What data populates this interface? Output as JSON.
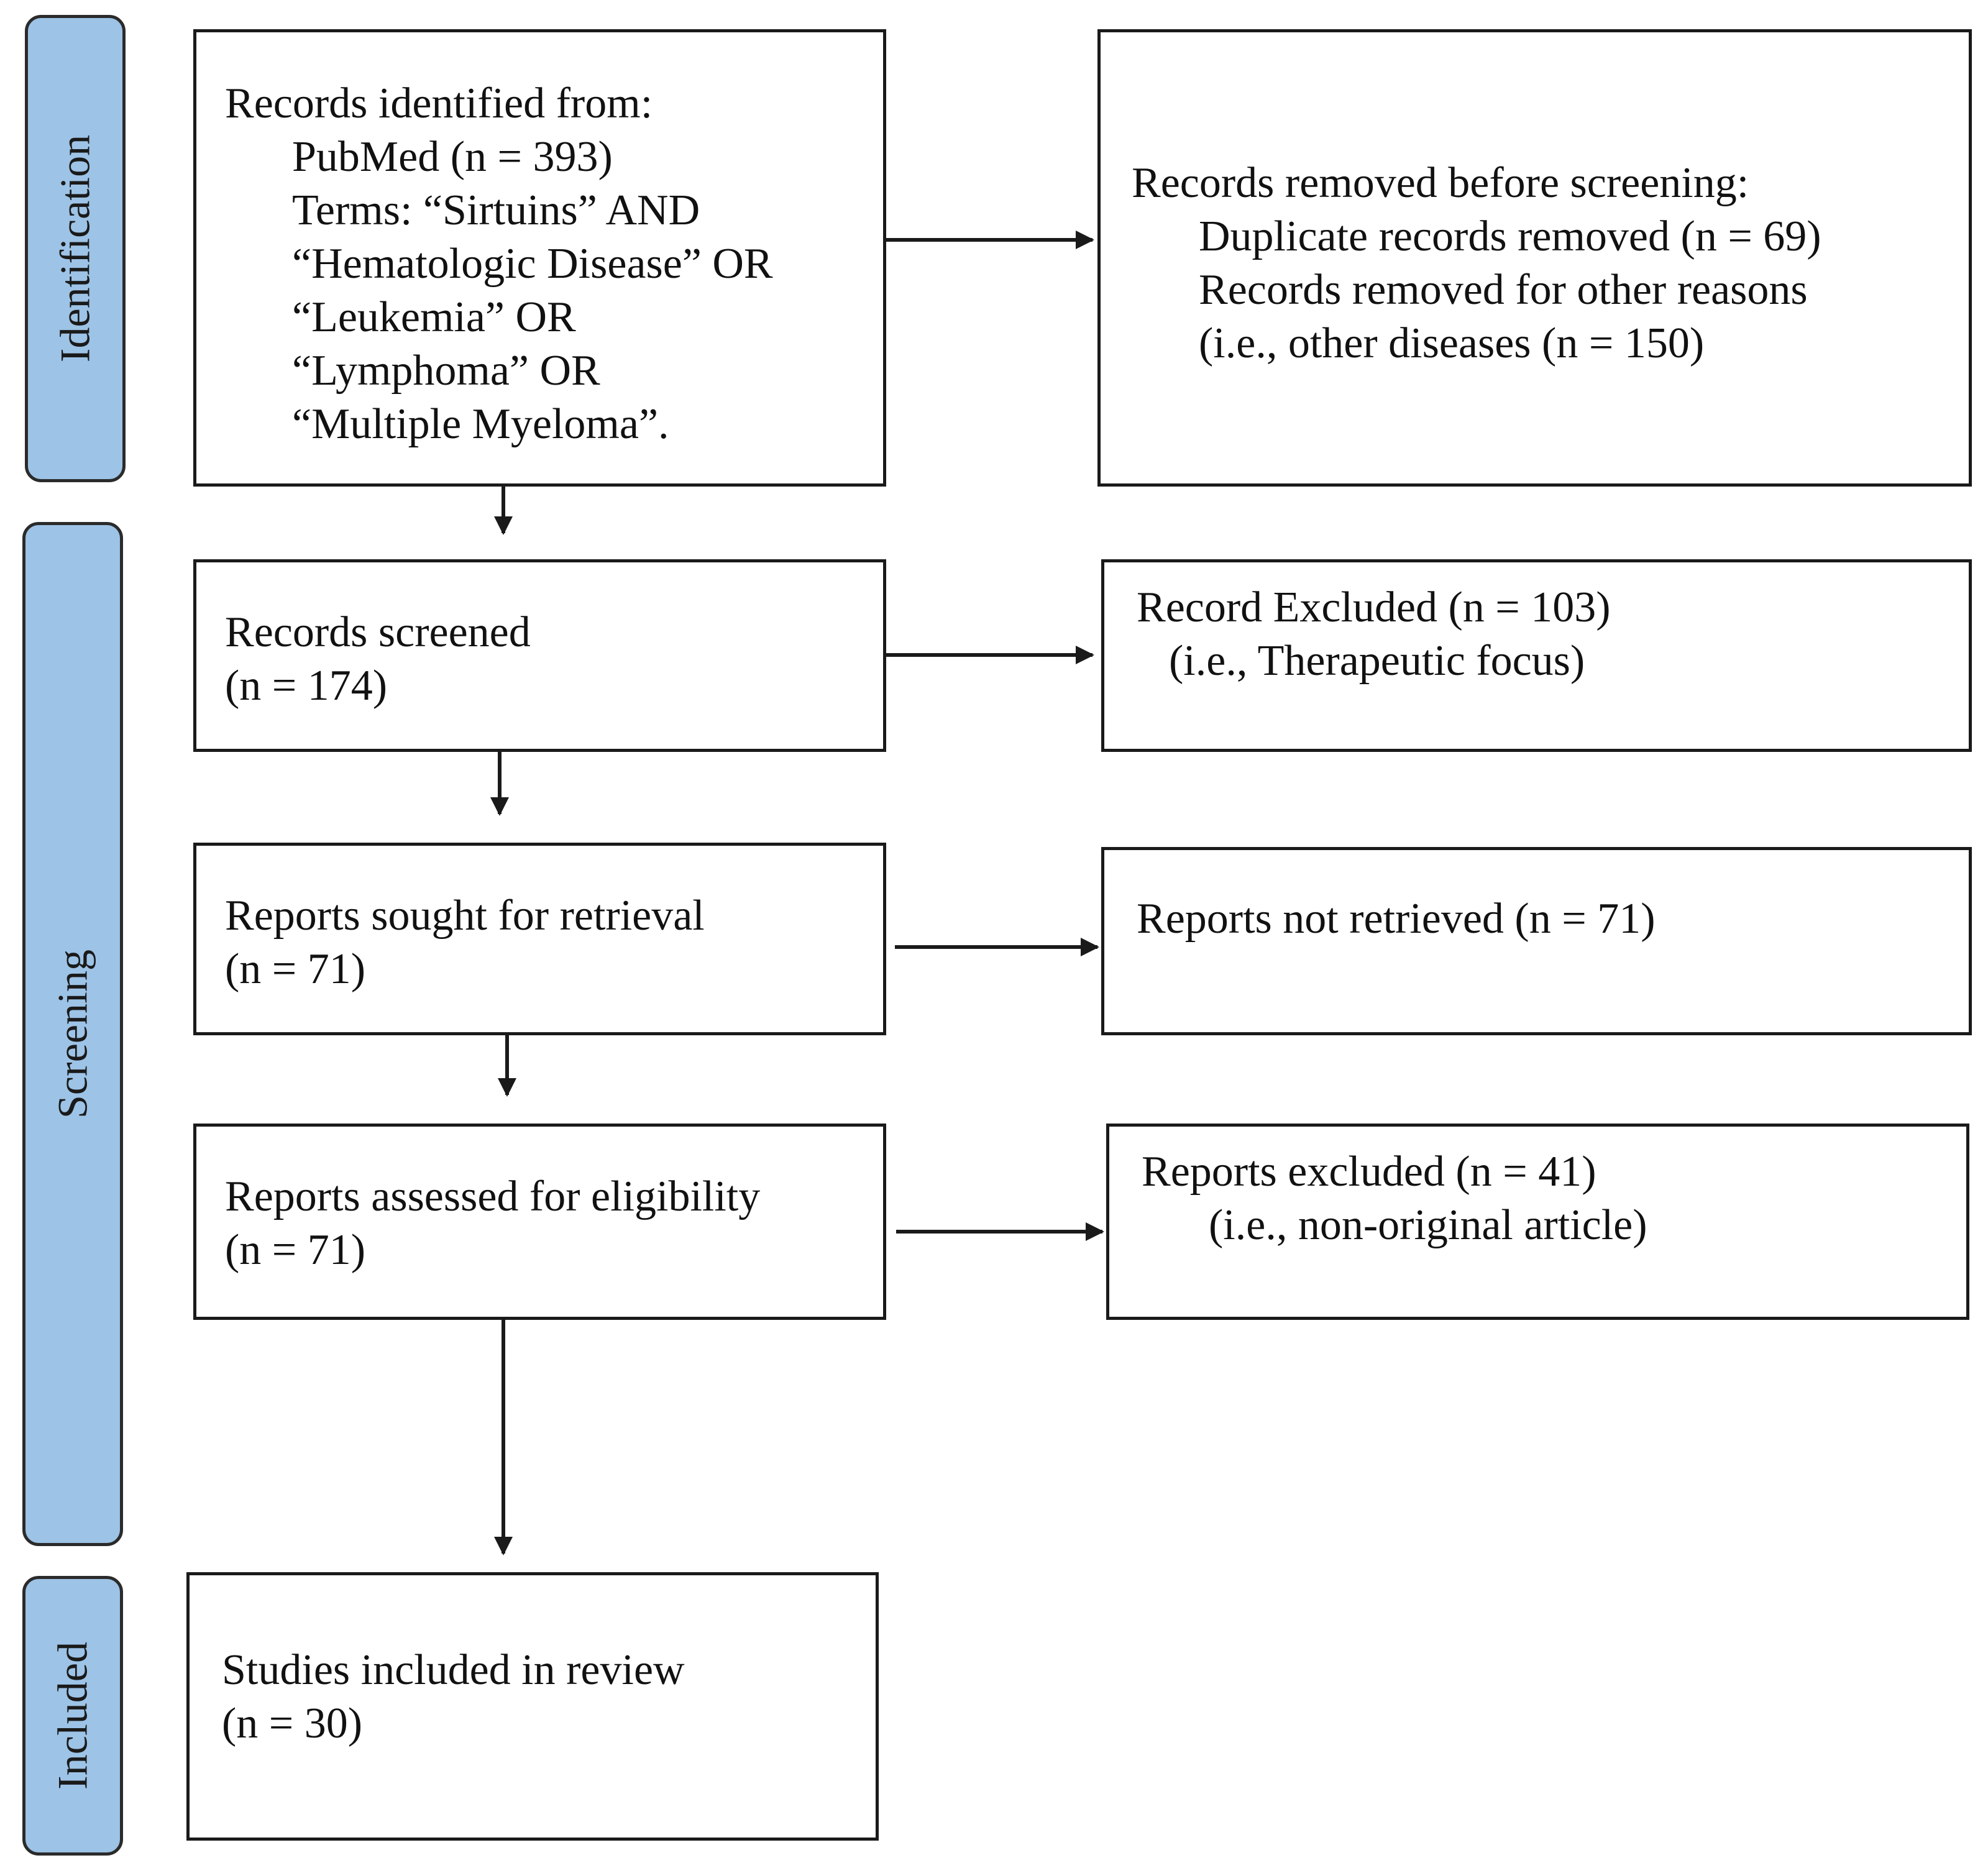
{
  "phases": {
    "identification": "Identification",
    "screening": "Screening",
    "included": "Included"
  },
  "identification_box": {
    "line1": "Records identified  from:",
    "line2": "PubMed (n = 393)",
    "line3": "Terms: “Sirtuins” AND",
    "line4": "“Hematologic  Disease” OR",
    "line5": "“Leukemia” OR",
    "line6": "“Lymphoma” OR",
    "line7": "“Multiple Myeloma”."
  },
  "removed_box": {
    "line1": "Records removed before screening:",
    "line2": "Duplicate records  removed (n = 69)",
    "line3": "Records removed for other reasons",
    "line4": "(i.e., other diseases (n = 150)"
  },
  "screened_box": {
    "line1": "Records screened",
    "line2": "(n = 174)"
  },
  "excluded_box": {
    "line1": "Record Excluded (n = 103)",
    "line2": "(i.e., Therapeutic  focus)"
  },
  "sought_box": {
    "line1": "Reports sought for retrieval",
    "line2": "(n = 71)"
  },
  "not_retrieved_box": {
    "line1": "Reports not retrieved  (n = 71)"
  },
  "assessed_box": {
    "line1": "Reports assessed for eligibility",
    "line2": "(n = 71)"
  },
  "reports_excluded_box": {
    "line1": "Reports excluded  (n = 41)",
    "line2": "(i.e., non-original  article)"
  },
  "included_box": {
    "line1": "Studies included  in review",
    "line2": "(n = 30)"
  }
}
